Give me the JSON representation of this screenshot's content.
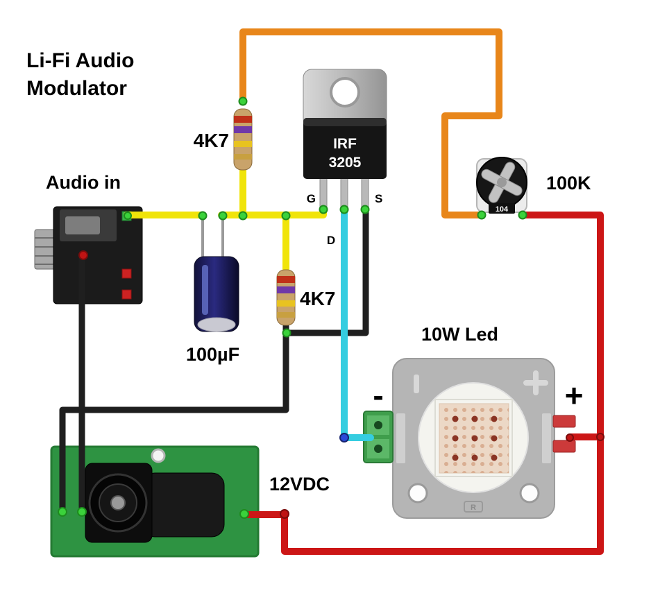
{
  "title": {
    "line1": "Li-Fi Audio",
    "line2": "Modulator"
  },
  "components": {
    "audio_jack": {
      "label": "Audio in"
    },
    "resistor_top": {
      "label": "4K7"
    },
    "resistor_mid": {
      "label": "4K7"
    },
    "mosfet": {
      "line1": "IRF",
      "line2": "3205",
      "pin_g": "G",
      "pin_d": "D",
      "pin_s": "S"
    },
    "trimpot": {
      "label": "100K",
      "code": "104"
    },
    "capacitor": {
      "label": "100µF"
    },
    "led": {
      "label": "10W Led",
      "minus": "-",
      "plus": "+",
      "logo": "R"
    },
    "power": {
      "label": "12VDC"
    }
  },
  "wire_colors": {
    "orange": "#e8861a",
    "yellow": "#f0e40a",
    "black": "#1f1f1f",
    "cyan": "#35cde0",
    "red": "#cc1616"
  },
  "colors": {
    "pcb_green": "#2e9342",
    "junction_green": "#3bd23b",
    "resistor_body": "#c9a36a",
    "band_1": "#c03018",
    "band_2": "#7038a8",
    "band_3": "#e8c320",
    "band_4": "#c8a040"
  }
}
